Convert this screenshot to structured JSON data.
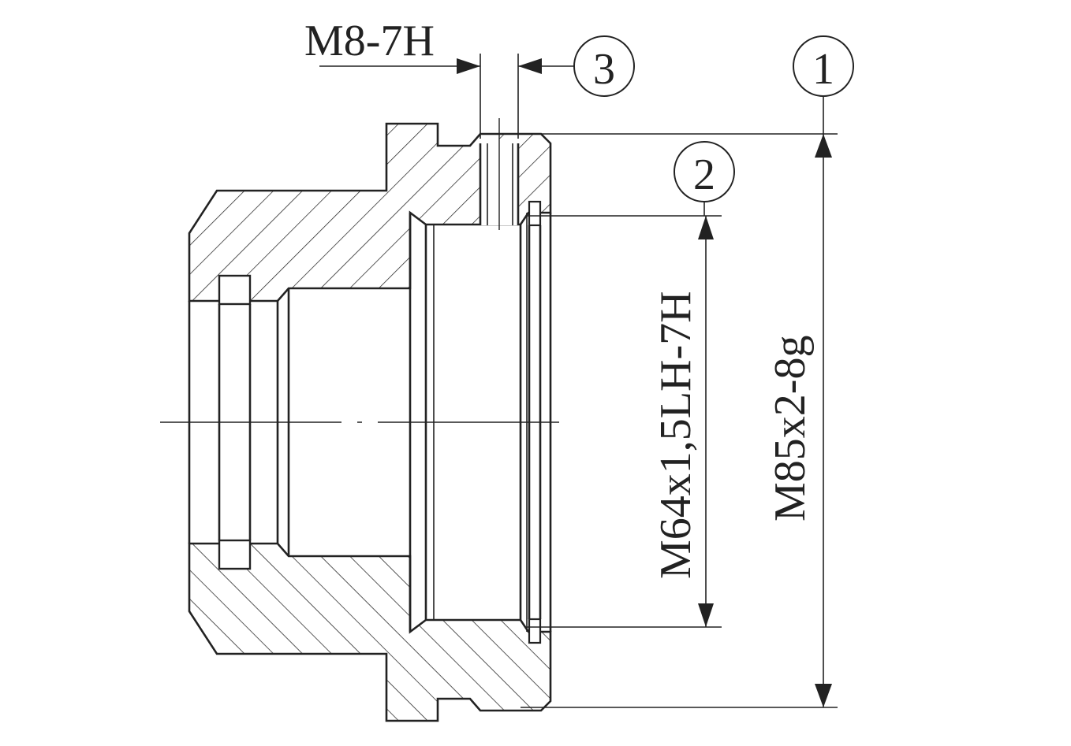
{
  "drawing": {
    "labels": {
      "thread_hole": "M8-7H",
      "inner_thread": "M64x1,5LH-7H",
      "outer_thread": "M85x2-8g"
    },
    "callouts": [
      "1",
      "2",
      "3"
    ],
    "colors": {
      "ink": "#222222",
      "background": "#ffffff"
    }
  }
}
